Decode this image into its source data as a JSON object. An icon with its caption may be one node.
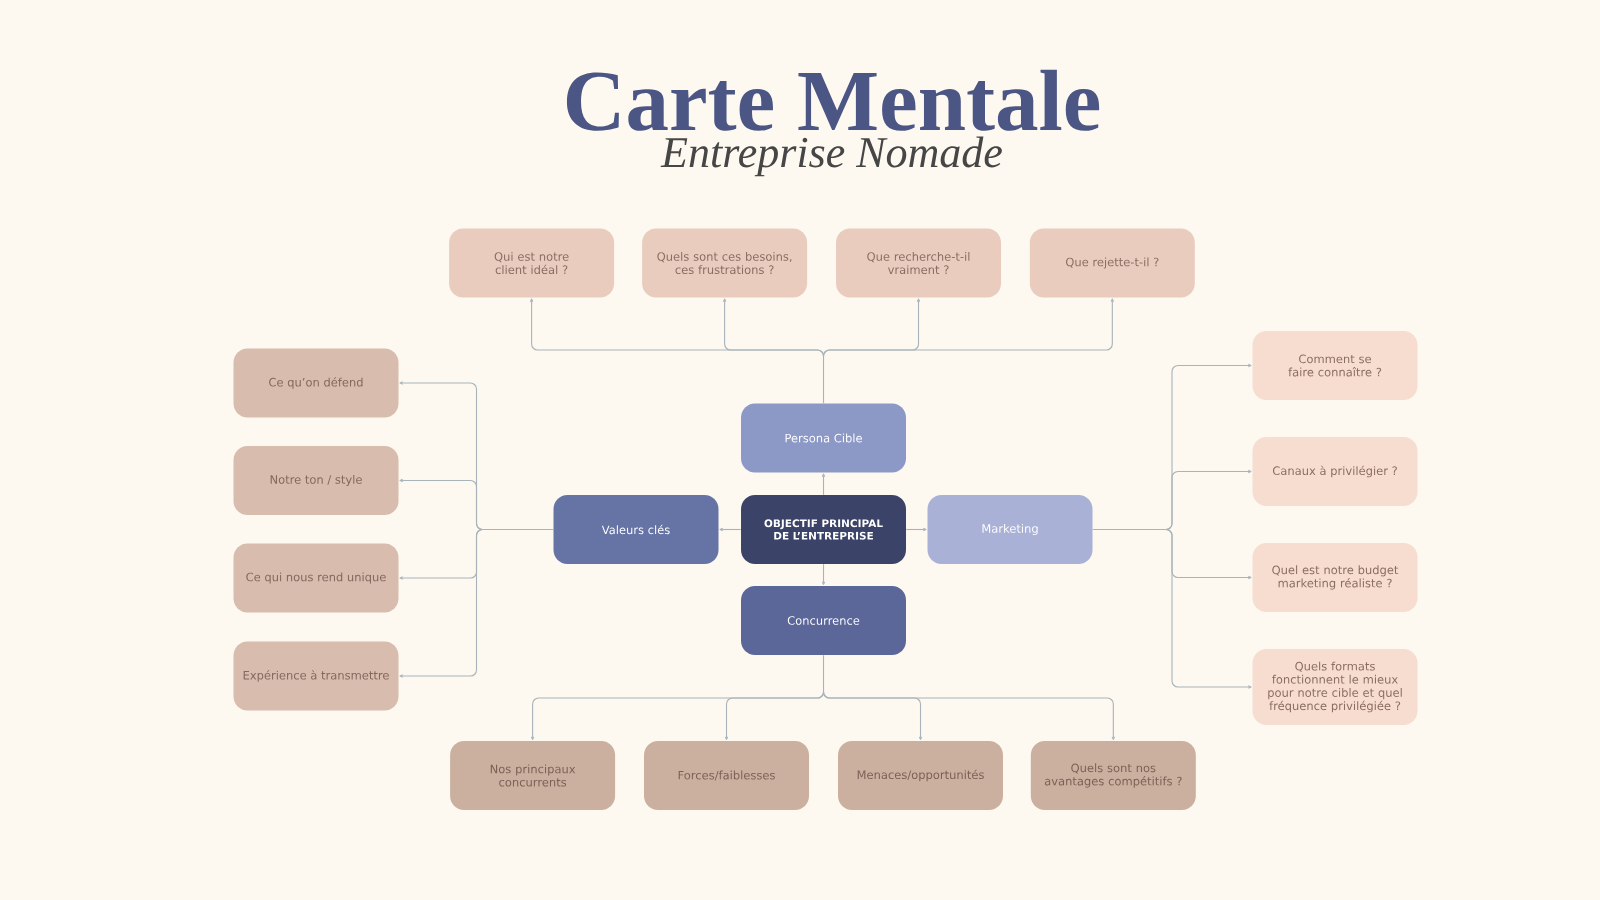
{
  "diagram": {
    "title": "Carte Mentale",
    "nodes": [
      {
        "text": [
          "Qui est notre client idéal ?"
        ]
      },
      {
        "text": [
          "Quels sont ces besoins, ces frustrations ?"
        ]
      },
      {
        "text": [
          "Que recherche-t-il vraiment ?"
        ]
      },
      {
        "text": [
          "Que rejette-t-il ?"
        ]
      },
      {
        "text": [
          "Ce qu’on défend"
        ]
      },
      {
        "text": [
          "Notre ton / style"
        ]
      },
      {
        "text": [
          "Ce qui nous rend unique"
        ]
      },
      {
        "text": [
          "Expérience à transmettre"
        ]
      },
      {
        "text": [
          "Persona Cible"
        ]
      },
      {
        "text": [
          "Valeurs clés"
        ]
      },
      {
        "text": [
          "OBJECTIF PRINCIPAL DE L’ENTREPRISE"
        ]
      },
      {
        "text": [
          "Marketing"
        ]
      },
      {
        "text": [
          "Concurrence"
        ]
      },
      {
        "text": [
          "Comment se faire connaître ?"
        ]
      },
      {
        "text": [
          "Canaux à privilégier ?"
        ]
      },
      {
        "text": [
          "Quel est notre budget marketing réaliste ?"
        ]
      },
      {
        "text": [
          "Quels formats fonctionnent le mieux pour notre cible et quel fréquence privilégiée ?"
        ]
      },
      {
        "text": [
          "Nos principaux concurrents"
        ]
      },
      {
        "text": [
          "Forces/faiblesses"
        ]
      },
      {
        "text": [
          "Menaces/opportunités"
        ]
      },
      {
        "text": [
          "Quels sont nos avantages compétitifs ?"
        ]
      }
    ],
    "edges": [
      {
        "from": 10,
        "to": 8,
        "arrow": "to"
      },
      {
        "from": 10,
        "to": 9,
        "arrow": "to"
      },
      {
        "from": 10,
        "to": 11,
        "arrow": "to"
      },
      {
        "from": 10,
        "to": 12,
        "arrow": "to"
      },
      {
        "from": 8,
        "to": 0,
        "arrow": "to"
      },
      {
        "from": 8,
        "to": 1,
        "arrow": "to"
      },
      {
        "from": 8,
        "to": 2,
        "arrow": "to"
      },
      {
        "from": 8,
        "to": 3,
        "arrow": "to"
      },
      {
        "from": 9,
        "to": 4,
        "arrow": "to"
      },
      {
        "from": 9,
        "to": 5,
        "arrow": "to"
      },
      {
        "from": 9,
        "to": 6,
        "arrow": "to"
      },
      {
        "from": 9,
        "to": 7,
        "arrow": "to"
      },
      {
        "from": 11,
        "to": 13,
        "arrow": "to"
      },
      {
        "from": 11,
        "to": 14,
        "arrow": "to"
      },
      {
        "from": 11,
        "to": 15,
        "arrow": "to"
      },
      {
        "from": 11,
        "to": 16,
        "arrow": "to"
      },
      {
        "from": 12,
        "to": 17,
        "arrow": "to"
      },
      {
        "from": 12,
        "to": 18,
        "arrow": "to"
      },
      {
        "from": 12,
        "to": 19,
        "arrow": "to"
      },
      {
        "from": 12,
        "to": 20,
        "arrow": "to"
      }
    ],
    "labels": [
      "Entreprise Nomade"
    ]
  }
}
